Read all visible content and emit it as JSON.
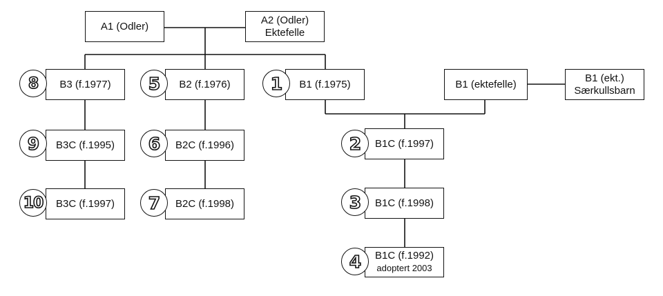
{
  "nodes": {
    "a1": {
      "line1": "A1 (Odler)"
    },
    "a2": {
      "line1": "A2 (Odler)",
      "line2": "Ektefelle"
    },
    "b3": {
      "line1": "B3 (f.1977)"
    },
    "b2": {
      "line1": "B2 (f.1976)"
    },
    "b1": {
      "line1": "B1 (f.1975)"
    },
    "b1_spouse": {
      "line1": "B1 (ektefelle)"
    },
    "b1_spouse_child": {
      "line1": "B1 (ekt.)",
      "line2": "Særkullsbarn"
    },
    "b3c_1995": {
      "line1": "B3C (f.1995)"
    },
    "b3c_1997": {
      "line1": "B3C (f.1997)"
    },
    "b2c_1996": {
      "line1": "B2C (f.1996)"
    },
    "b2c_1998": {
      "line1": "B2C (f.1998)"
    },
    "b1c_1997": {
      "line1": "B1C (f.1997)"
    },
    "b1c_1998": {
      "line1": "B1C (f.1998)"
    },
    "b1c_1992": {
      "line1": "B1C (f.1992)",
      "line2": "adoptert 2003"
    }
  },
  "badges": {
    "b1": "1",
    "b1c_1997": "2",
    "b1c_1998": "3",
    "b1c_1992": "4",
    "b2": "5",
    "b2c_1996": "6",
    "b2c_1998": "7",
    "b3": "8",
    "b3c_1995": "9",
    "b3c_1997": "10"
  },
  "colors": {
    "stroke": "#111111",
    "fill": "#ffffff"
  }
}
